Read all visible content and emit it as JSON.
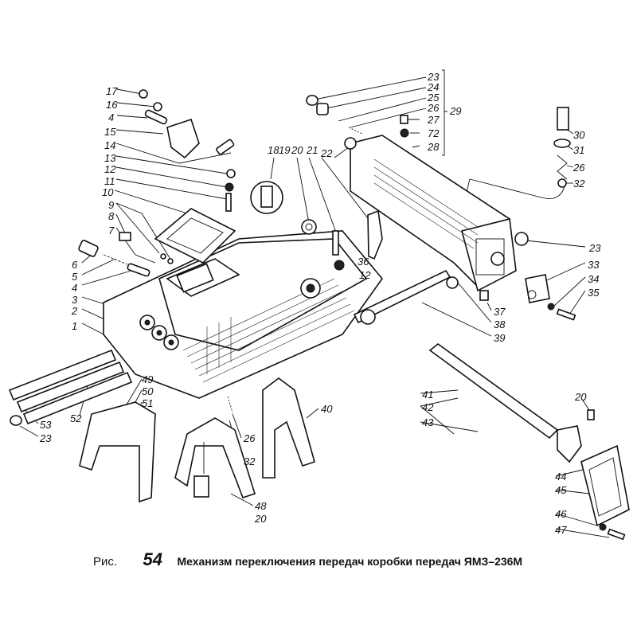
{
  "figure": {
    "prefix": "Рис.",
    "number": "54",
    "title": "Механизм переключения передач коробки передач ЯМЗ–236М"
  },
  "callouts": [
    "17",
    "16",
    "4",
    "15",
    "14",
    "13",
    "12",
    "11",
    "10",
    "9",
    "8",
    "7",
    "6",
    "5",
    "4",
    "3",
    "2",
    "1",
    "18",
    "19",
    "20",
    "21",
    "22",
    "23",
    "24",
    "25",
    "26",
    "27",
    "72",
    "28",
    "29",
    "30",
    "31",
    "26",
    "32",
    "23",
    "33",
    "34",
    "35",
    "36",
    "12",
    "37",
    "38",
    "39",
    "40",
    "41",
    "42",
    "43",
    "20",
    "44",
    "45",
    "46",
    "47",
    "48",
    "20",
    "26",
    "32",
    "49",
    "50",
    "51",
    "52",
    "53",
    "23"
  ]
}
